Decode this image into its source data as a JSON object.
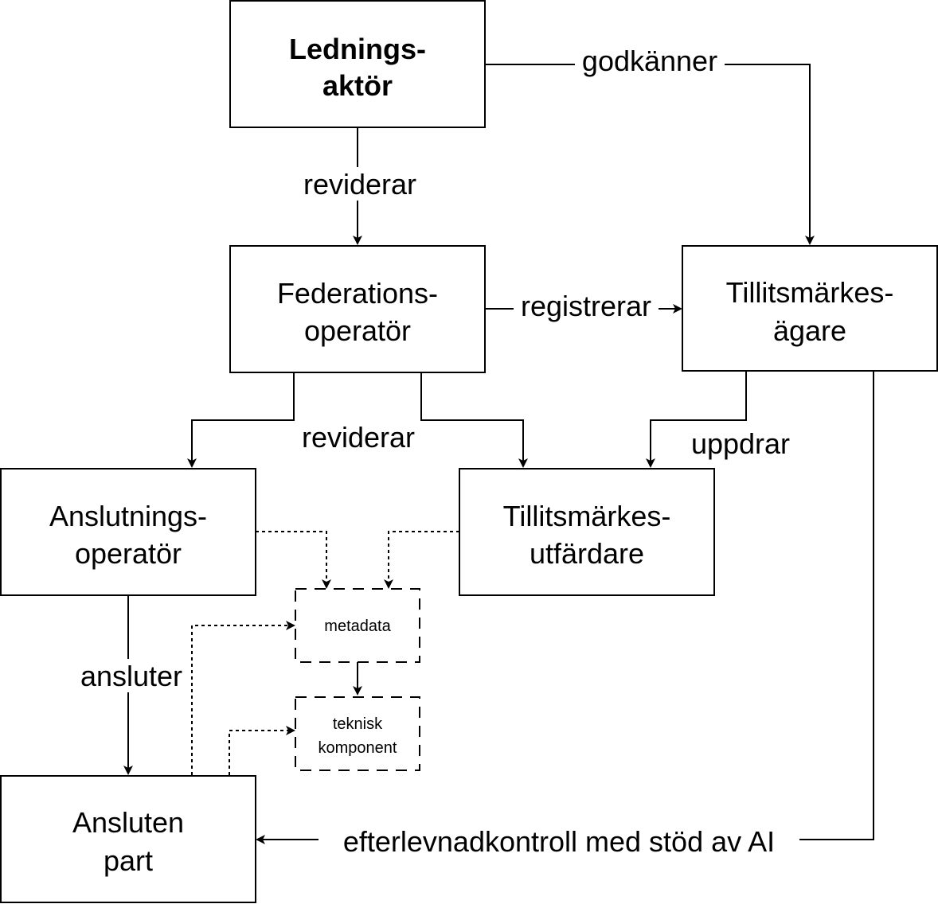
{
  "nodes": {
    "ledningsaktor": {
      "line1": "Lednings-",
      "line2": "aktör"
    },
    "federationsoperator": {
      "line1": "Federations-",
      "line2": "operatör"
    },
    "tillitsmarkesagare": {
      "line1": "Tillitsmärkes-",
      "line2": "ägare"
    },
    "anslutningsoperator": {
      "line1": "Anslutnings-",
      "line2": "operatör"
    },
    "tillitsmarkesutfardare": {
      "line1": "Tillitsmärkes-",
      "line2": "utfärdare"
    },
    "metadata": {
      "line1": "metadata"
    },
    "teknisk_komponent": {
      "line1": "teknisk",
      "line2": "komponent"
    },
    "ansluten_part": {
      "line1": "Ansluten",
      "line2": "part"
    }
  },
  "edges": {
    "godkanner": "godkänner",
    "reviderar_1": "reviderar",
    "registrerar": "registrerar",
    "reviderar_2": "reviderar",
    "uppdrar": "uppdrar",
    "ansluter": "ansluter",
    "efterlevnadkontroll": "efterlevnadkontroll med stöd av AI"
  }
}
